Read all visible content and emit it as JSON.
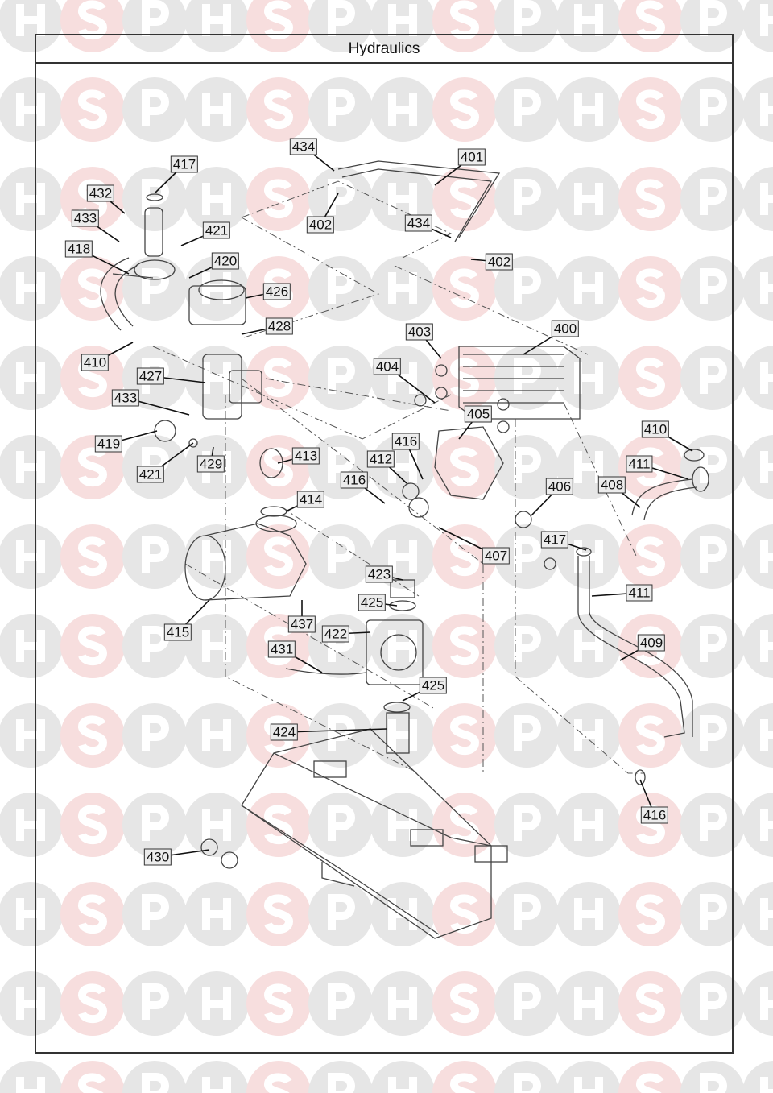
{
  "title": "Hydraulics",
  "watermark": {
    "letters": [
      "H",
      "S",
      "P"
    ],
    "colors": {
      "grey": "#e6e6e6",
      "pink": "#f7dede"
    }
  },
  "labels": [
    "434",
    "401",
    "417",
    "432",
    "433",
    "421",
    "418",
    "420",
    "402",
    "434",
    "402",
    "426",
    "428",
    "403",
    "400",
    "410",
    "427",
    "404",
    "433",
    "405",
    "416",
    "410",
    "412",
    "413",
    "411",
    "419",
    "416",
    "406",
    "408",
    "421",
    "429",
    "414",
    "417",
    "407",
    "423",
    "411",
    "425",
    "437",
    "415",
    "422",
    "409",
    "431",
    "425",
    "424",
    "416",
    "430"
  ]
}
